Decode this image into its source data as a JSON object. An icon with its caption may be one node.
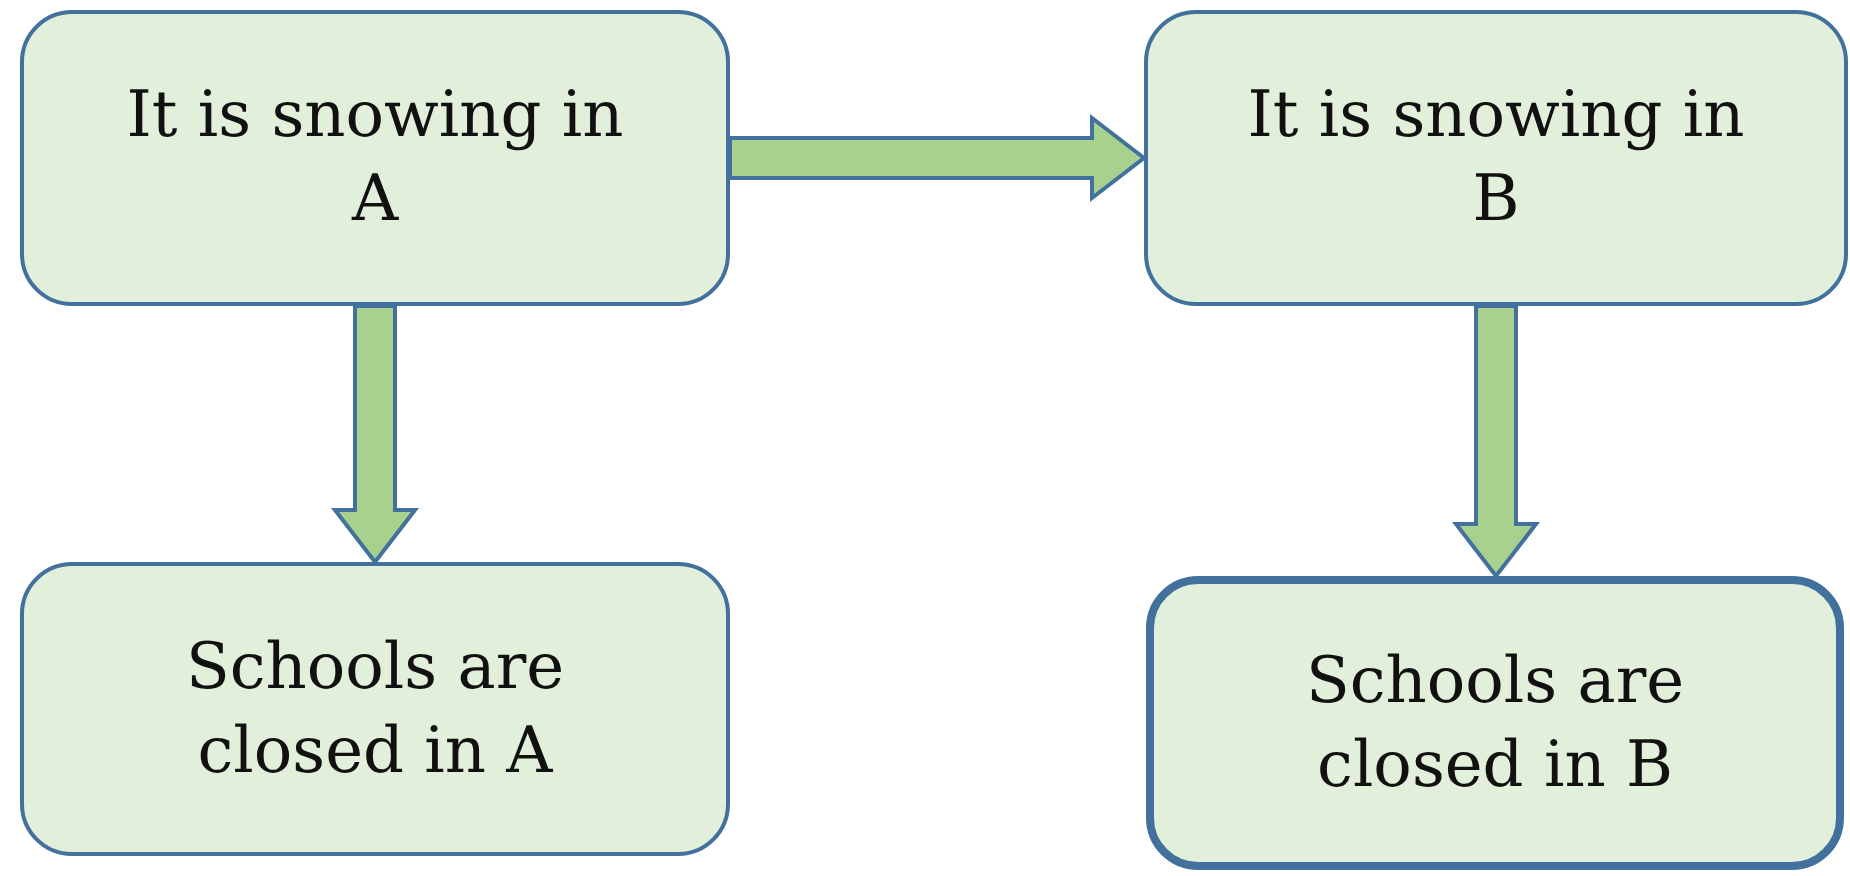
{
  "diagram": {
    "nodes": [
      {
        "text": [
          "It is snowing in A"
        ]
      },
      {
        "text": [
          "It is snowing in B"
        ]
      },
      {
        "text": [
          "Schools are closed in A"
        ]
      },
      {
        "text": [
          "Schools are closed in B"
        ]
      }
    ],
    "edges": [
      {
        "from": 0,
        "to": 1,
        "arrow": "to"
      },
      {
        "from": 0,
        "to": 2,
        "arrow": "to"
      },
      {
        "from": 1,
        "to": 3,
        "arrow": "to"
      }
    ]
  }
}
